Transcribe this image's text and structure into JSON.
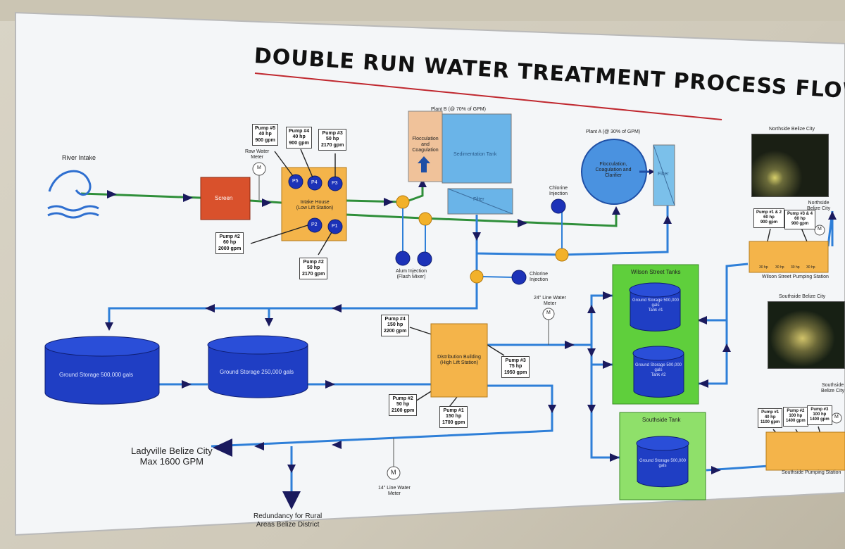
{
  "title": "DOUBLE RUN WATER TREATMENT PROCESS FLOW",
  "river_intake": "River Intake",
  "screen": "Screen",
  "raw_water_meter": "Raw Water\nMeter",
  "meter_symbol": "M",
  "intake_house": "Intake House\n(Low Lift Station)",
  "pump_labels_intake": {
    "p5": "P5",
    "p4": "P4",
    "p3": "P3",
    "p2": "P2",
    "p1": "P1"
  },
  "intake_pumps": [
    {
      "name": "Pump #5",
      "hp": "40 hp",
      "gpm": "900 gpm"
    },
    {
      "name": "Pump #4",
      "hp": "40 hp",
      "gpm": "900 gpm"
    },
    {
      "name": "Pump #3",
      "hp": "50 hp",
      "gpm": "2170 gpm"
    },
    {
      "name": "Pump #2",
      "hp": "60 hp",
      "gpm": "2000 gpm"
    },
    {
      "name": "Pump #2",
      "hp": "50 hp",
      "gpm": "2170 gpm"
    }
  ],
  "plant_b": "Plant B (@ 70% of GPM)",
  "flocculation": "Flocculation\nand\nCoagulation",
  "sedimentation": "Sedimentation Tank",
  "filter_b": "Filter",
  "plant_a": "Plant A (@ 30% of GPM)",
  "plant_a_process": "Flocculation,\nCoagulation and\nClarifier",
  "filter_a": "Filter",
  "alum_injection": "Alum Injection\n(Flash Mixer)",
  "chlorine_injection_top": "Chlorine\nInjection",
  "chlorine_injection_mid": "Chlorine\nInjection",
  "meter_24": "24\" Line Water\nMeter",
  "meter_14": "14\" Line Water\nMeter",
  "ground_storage_1": "Ground Storage 500,000 gals",
  "ground_storage_2": "Ground Storage 250,000 gals",
  "distribution_building": "Distribution Building\n(High Lift Station)",
  "dist_pumps": [
    {
      "name": "Pump #4",
      "hp": "150 hp",
      "gpm": "2200 gpm"
    },
    {
      "name": "Pump #3",
      "hp": "75 hp",
      "gpm": "1950 gpm"
    },
    {
      "name": "Pump #2",
      "hp": "50 hp",
      "gpm": "2100 gpm"
    },
    {
      "name": "Pump #1",
      "hp": "150 hp",
      "gpm": "1700 gpm"
    }
  ],
  "ladyville": "Ladyville Belize City\nMax 1600 GPM",
  "redundancy": "Redundancy for Rural\nAreas Belize District",
  "wilson_tanks": "Wilson Street Tanks",
  "wilson_tank1": "Ground Storage 500,000\ngals\nTank #1",
  "wilson_tank2": "Ground Storage 500,000\ngals\nTank #2",
  "southside_tank": "Southside Tank",
  "southside_tank_storage": "Ground Storage 500,000\ngals",
  "northside_city": "Northside Belize City",
  "northside_city_2": "Northside\nBelize City",
  "southside_city": "Southside Belize City",
  "southside_city_2": "Southside\nBelize City",
  "wilson_pumping": "Wilson Street Pumping Station",
  "wilson_pumps": [
    {
      "name": "Pump #1 & 2",
      "hp": "60 hp",
      "gpm": "900 gpm"
    },
    {
      "name": "Pump #3 & 4",
      "hp": "60 hp",
      "gpm": "900 gpm"
    }
  ],
  "wilson_pump_hp": "30 hp",
  "southside_pumping": "Southside Pumping Station",
  "southside_pumps": [
    {
      "name": "Pump #1",
      "hp": "40 hp",
      "gpm": "1100 gpm"
    },
    {
      "name": "Pump #2",
      "hp": "100 hp",
      "gpm": "1400 gpm"
    },
    {
      "name": "Pump #3",
      "hp": "100 hp",
      "gpm": "1400 gpm"
    }
  ]
}
